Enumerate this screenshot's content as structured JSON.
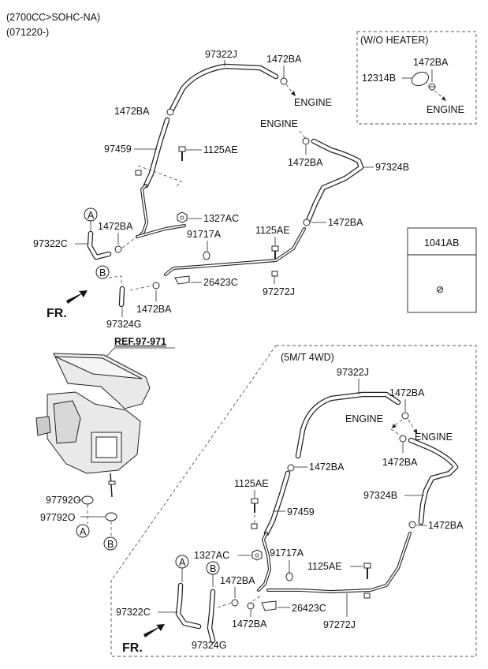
{
  "header": {
    "line1": "(2700CC>SOHC-NA)",
    "line2": "(071220-)"
  },
  "wo_heater": {
    "title": "(W/O HEATER)",
    "labels": {
      "clamp": "1472BA",
      "cap": "12314B",
      "engine": "ENGINE"
    }
  },
  "box_1041ab": {
    "label": "1041AB"
  },
  "top": {
    "hose_97322J": "97322J",
    "clamp_a": "1472BA",
    "engine_a": "ENGINE",
    "clamp_b": "1472BA",
    "hose_97459": "97459",
    "bolt_1125AE": "1125AE",
    "engine_b": "ENGINE",
    "clamp_c": "1472BA",
    "hose_97324B": "97324B",
    "clamp_d": "1472BA",
    "circle_a": "A",
    "clamp_e": "1472BA",
    "hose_97322C": "97322C",
    "nut_1327AC": "1327AC",
    "grommet_91717A": "91717A",
    "bolt_1125AE_2": "1125AE",
    "circle_b": "B",
    "clamp_f": "1472BA",
    "bracket_26423C": "26423C",
    "pipe_97272J": "97272J",
    "hose_97324G": "97324G",
    "fr": "FR."
  },
  "heater": {
    "ref": "REF.97-971",
    "plug_1": "97792O",
    "plug_2": "97792O",
    "circle_a": "A",
    "circle_b": "B"
  },
  "bottom": {
    "title": "(5M/T 4WD)",
    "hose_97322J": "97322J",
    "clamp_a": "1472BA",
    "engine_a": "ENGINE",
    "engine_b": "ENGINE",
    "clamp_b": "1472BA",
    "clamp_c": "1472BA",
    "bolt_1125AE": "1125AE",
    "hose_97459": "97459",
    "hose_97324B": "97324B",
    "clamp_d": "1472BA",
    "nut_1327AC": "1327AC",
    "grommet_91717A": "91717A",
    "circle_a": "A",
    "circle_b": "B",
    "bolt_1125AE_2": "1125AE",
    "clamp_e": "1472BA",
    "hose_97322C": "97322C",
    "bracket_26423C": "26423C",
    "pipe_97272J": "97272J",
    "clamp_f": "1472BA",
    "hose_97324G": "97324G",
    "fr": "FR."
  }
}
